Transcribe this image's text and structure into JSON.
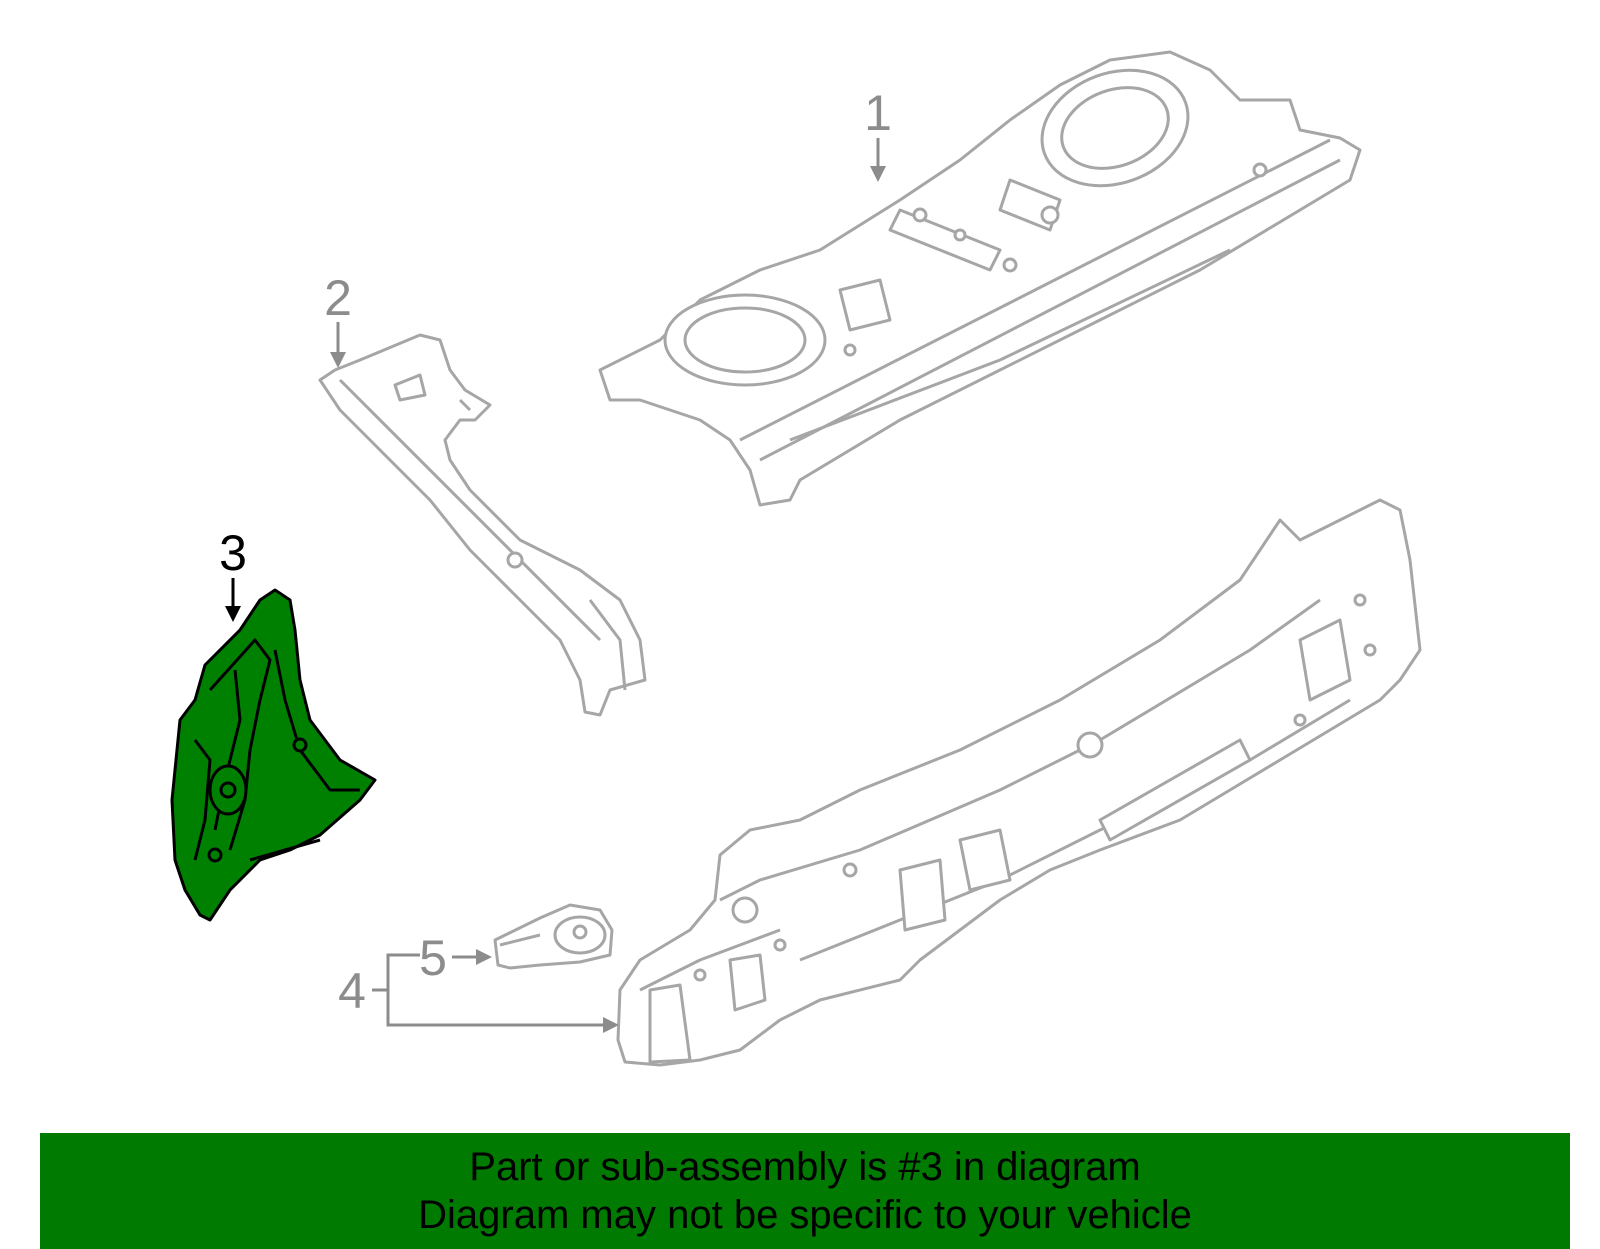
{
  "diagram": {
    "callouts": [
      {
        "id": "1",
        "label": "1",
        "highlighted": false
      },
      {
        "id": "2",
        "label": "2",
        "highlighted": false
      },
      {
        "id": "3",
        "label": "3",
        "highlighted": true
      },
      {
        "id": "4",
        "label": "4",
        "highlighted": false
      },
      {
        "id": "5",
        "label": "5",
        "highlighted": false
      }
    ],
    "colors": {
      "outline": "#a6a6a6",
      "callout_gray": "#8c8c8c",
      "highlight_fill": "#008000",
      "highlight_stroke": "#000000",
      "banner": "#007a00"
    }
  },
  "banner": {
    "line1": "Part or sub-assembly is #3 in diagram",
    "line2": "Diagram may not be specific to your vehicle"
  }
}
